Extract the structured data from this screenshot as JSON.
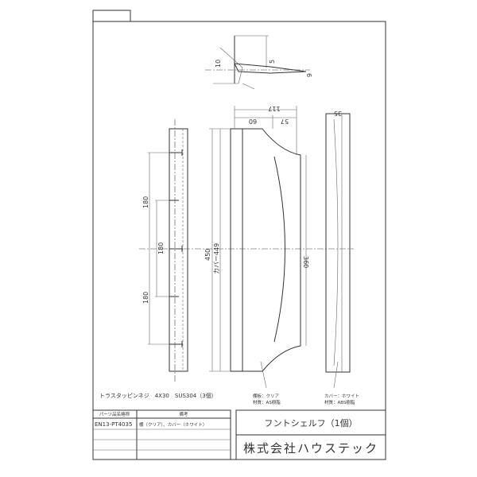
{
  "drawing": {
    "dimensions": {
      "total_depth": "117",
      "depth_a": "60",
      "depth_b": "57",
      "cover_depth": "35",
      "pitch_1": "180",
      "pitch_2": "180",
      "pitch_3": "180",
      "height": "450",
      "cover_height": "カバー449",
      "shelf_height": "360",
      "detail_5": "5",
      "detail_6": "6",
      "detail_10": "10"
    },
    "notes": {
      "screws": "トラスタッピンネジ　4X30　SUS304（3個）",
      "shelf_color": "棚板：クリア",
      "shelf_material": "材質：AS樹脂",
      "cover_color": "カバー：ホワイト",
      "cover_material": "材質：ABS樹脂"
    },
    "parts_table": {
      "headers": [
        "パーツ品名略称",
        "備考"
      ],
      "rows": [
        [
          "EN13-PT4035",
          "棚（クリア）、カバー（ホワイト）"
        ],
        [
          "",
          ""
        ],
        [
          "",
          ""
        ],
        [
          "",
          ""
        ]
      ]
    },
    "title_block": {
      "product": "フントシェルフ（1個）",
      "company": "株式会社ハウステック"
    }
  }
}
